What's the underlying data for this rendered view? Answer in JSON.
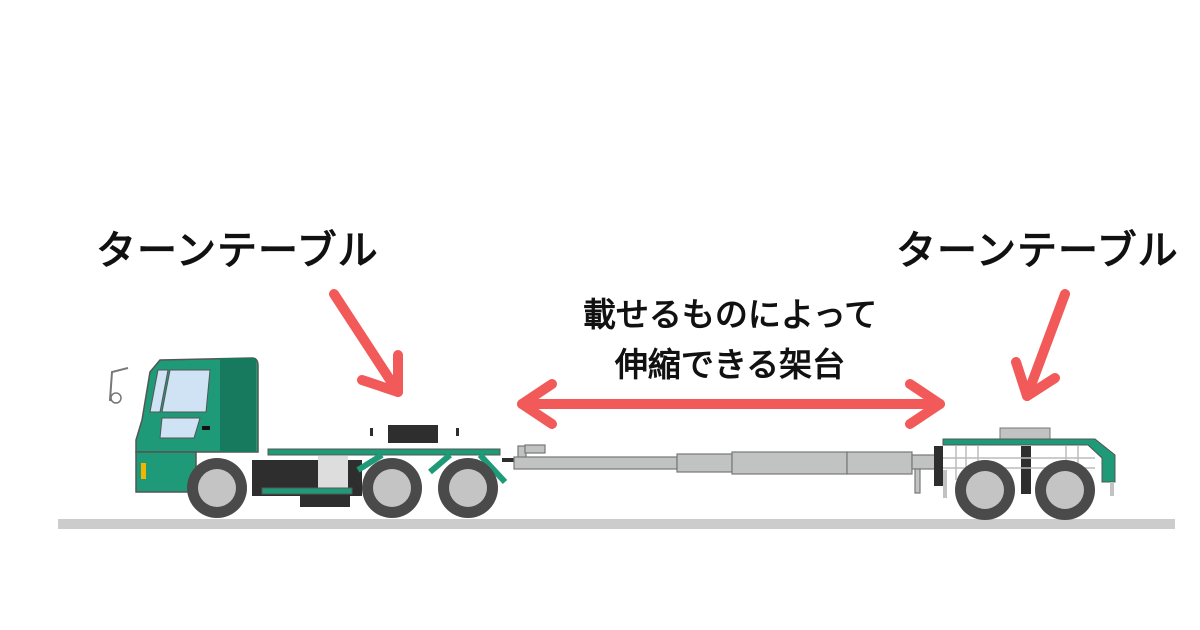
{
  "labels": {
    "left_turntable": "ターンテーブル",
    "right_turntable": "ターンテーブル",
    "center_line1": "載せるものによって",
    "center_line2": "伸縮できる架台"
  },
  "colors": {
    "arrow": "#f25a5a",
    "truck_green": "#1f9a78",
    "truck_dark_green": "#177a5e",
    "frame_gray": "#c0c3c2",
    "tire": "#4a4a4a",
    "ground": "#cccccc",
    "window": "#cfe3f5"
  }
}
